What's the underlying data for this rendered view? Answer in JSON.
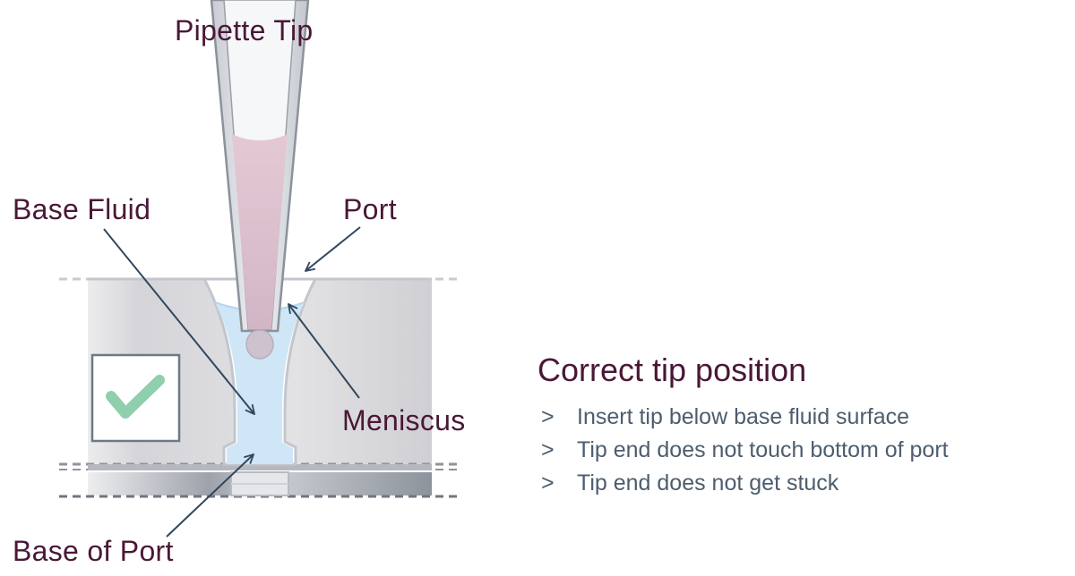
{
  "labels": {
    "pipette_tip": "Pipette Tip",
    "base_fluid": "Base Fluid",
    "port": "Port",
    "meniscus": "Meniscus",
    "base_of_port": "Base of Port"
  },
  "panel": {
    "title": "Correct tip position",
    "bullet_marker": ">",
    "items": [
      "Insert tip below base fluid surface",
      "Tip end does not touch bottom of port",
      "Tip end does not get stuck"
    ]
  },
  "status": {
    "icon": "checkmark-icon",
    "state": "correct"
  },
  "colors": {
    "label": "#4a1836",
    "body_text": "#4d5d6e",
    "fluid": "#cfe6f7",
    "tip_fluid": "#d9bcc9",
    "check": "#8fcfae",
    "outline": "#6e7887",
    "arrow": "#33475c",
    "block": "#dcdcdf"
  }
}
